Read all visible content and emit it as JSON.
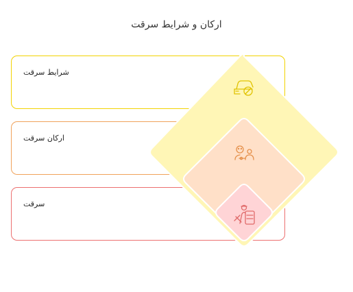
{
  "title": "ارکان و شرایط سرقت",
  "items": [
    {
      "label": "شرایط سرقت",
      "icon": "car-prohibited-icon",
      "color": "#f2d200",
      "fill": "#fff6b6"
    },
    {
      "label": "ارکان سرقت",
      "icon": "people-connection-icon",
      "color": "#f0a25a",
      "fill": "#ffe0c8"
    },
    {
      "label": "سرقت",
      "icon": "thief-icon",
      "color": "#ec6f6f",
      "fill": "#ffd4d6"
    }
  ]
}
